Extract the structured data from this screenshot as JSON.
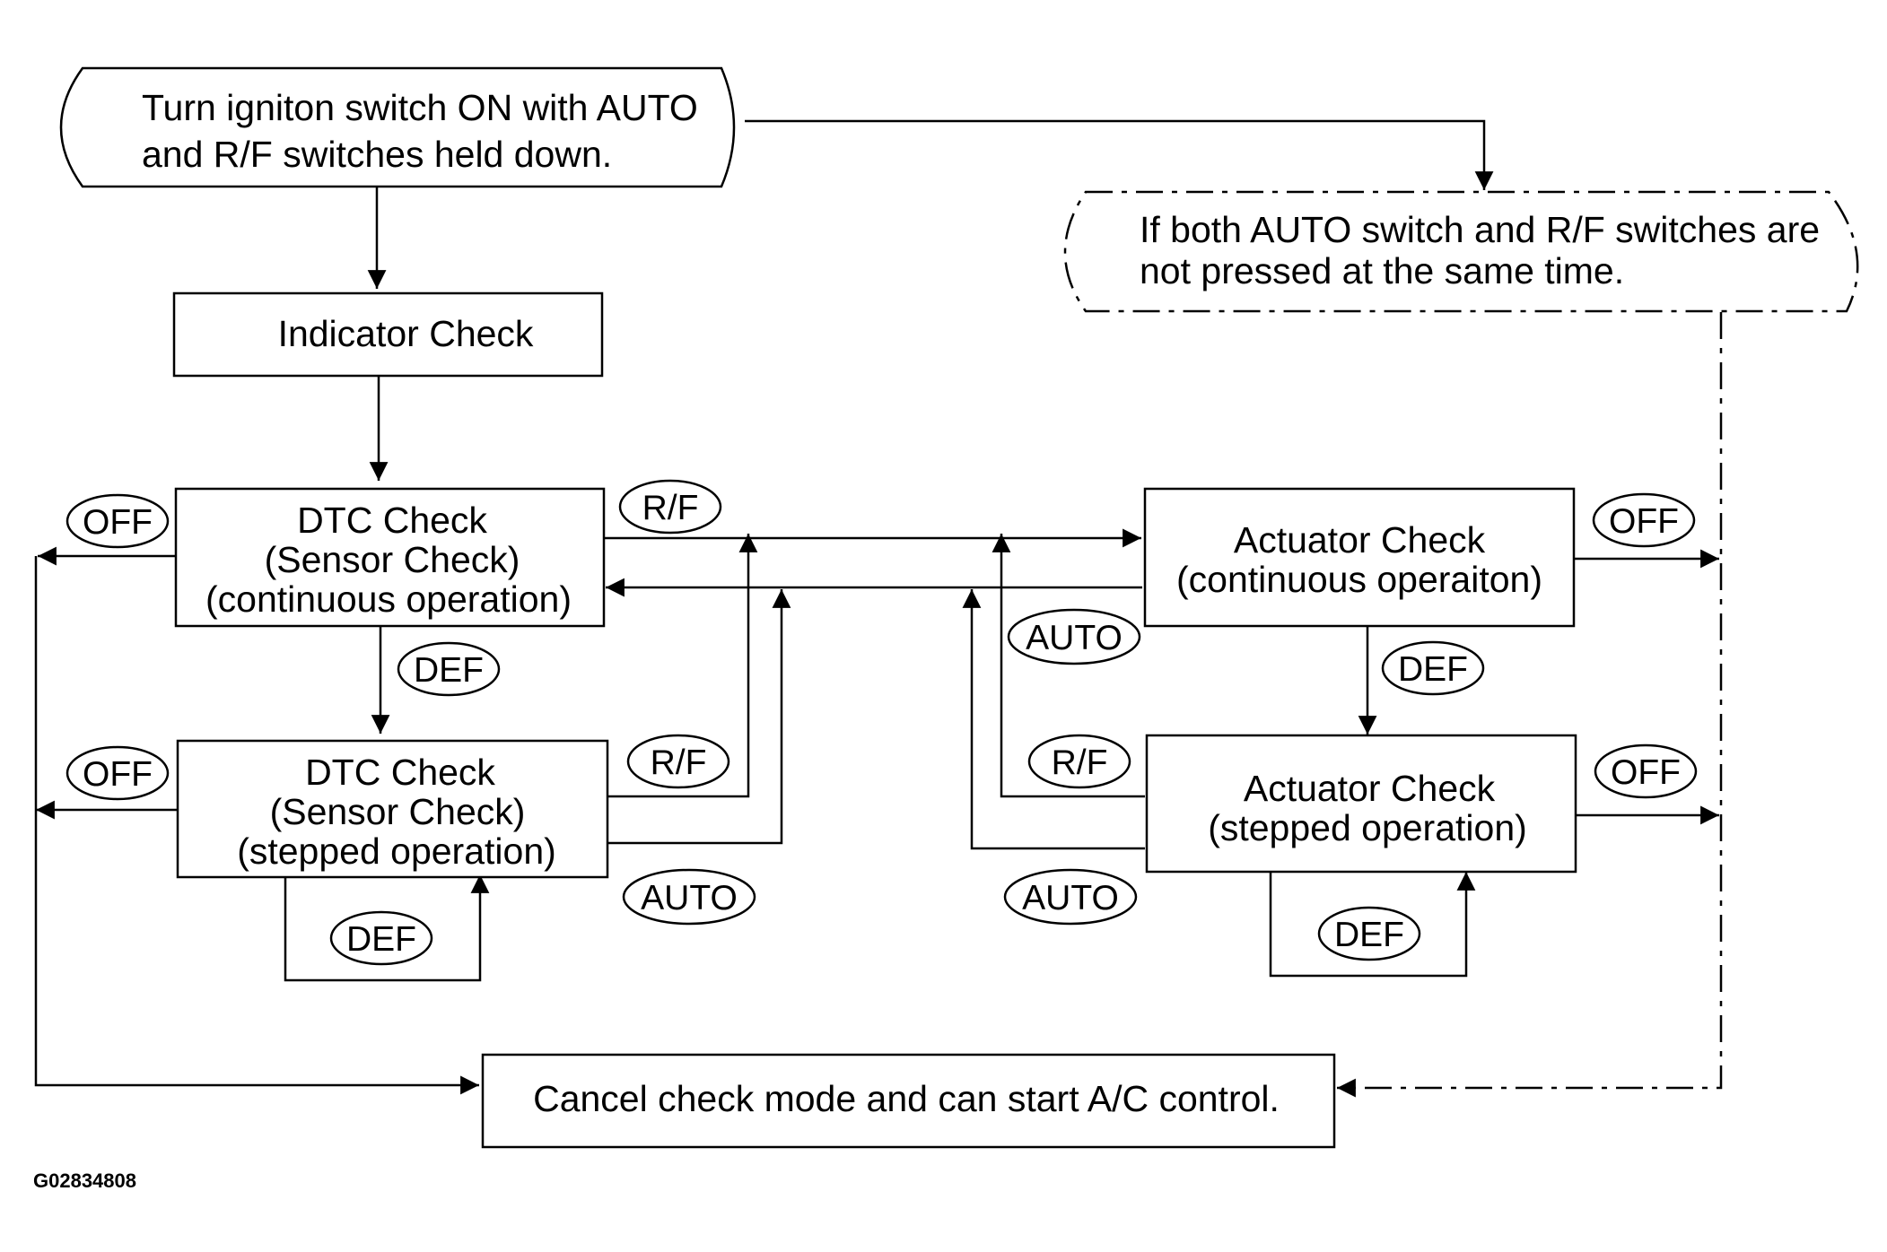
{
  "diagram": {
    "start": {
      "line1": "Turn igniton switch ON with AUTO",
      "line2": "and R/F switches held down."
    },
    "not_pressed": {
      "line1": "If both AUTO switch and R/F switches are",
      "line2": "not pressed at the same time."
    },
    "indicator_check": "Indicator Check",
    "dtc_continuous": {
      "line1": "DTC Check",
      "line2": "(Sensor Check)",
      "line3": "(continuous operation)"
    },
    "dtc_stepped": {
      "line1": "DTC Check",
      "line2": "(Sensor Check)",
      "line3": "(stepped operation)"
    },
    "actuator_continuous": {
      "line1": "Actuator Check",
      "line2": "(continuous operaiton)"
    },
    "actuator_stepped": {
      "line1": "Actuator Check",
      "line2": "(stepped operation)"
    },
    "cancel": "Cancel check mode and can start A/C control.",
    "keys": {
      "off": "OFF",
      "rf": "R/F",
      "def": "DEF",
      "auto": "AUTO"
    },
    "figure_code": "G02834808"
  }
}
